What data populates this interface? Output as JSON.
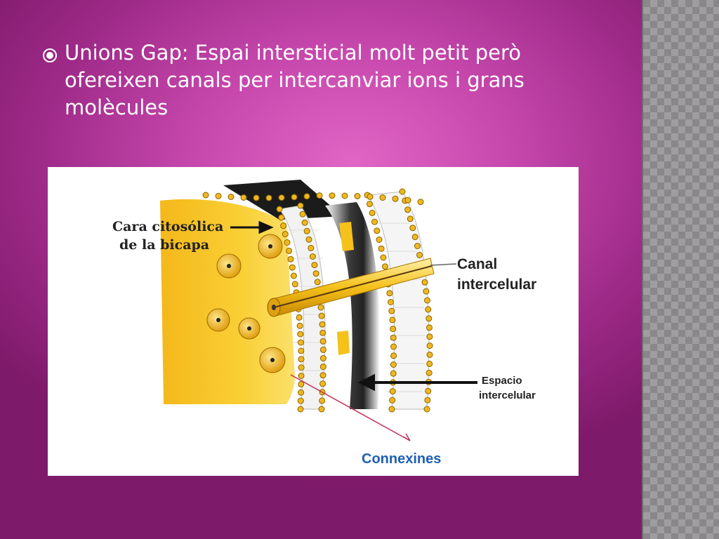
{
  "slide": {
    "bullet": "Unions Gap: Espai intersticial molt petit però ofereixen canals per intercanviar ions i grans molècules"
  },
  "figure": {
    "label_cara": [
      "Cara citosólica",
      "de la bicapa"
    ],
    "label_canal": [
      "Canal",
      "intercelular"
    ],
    "label_espacio": [
      "Espacio",
      "intercelular"
    ],
    "label_connexines": "Connexines"
  },
  "colors": {
    "slide_background": "#c748ad",
    "membrane_yellow": "#f5c21b",
    "connexines_label": "#1f5fb4",
    "annotation_line": "#c0305a"
  }
}
